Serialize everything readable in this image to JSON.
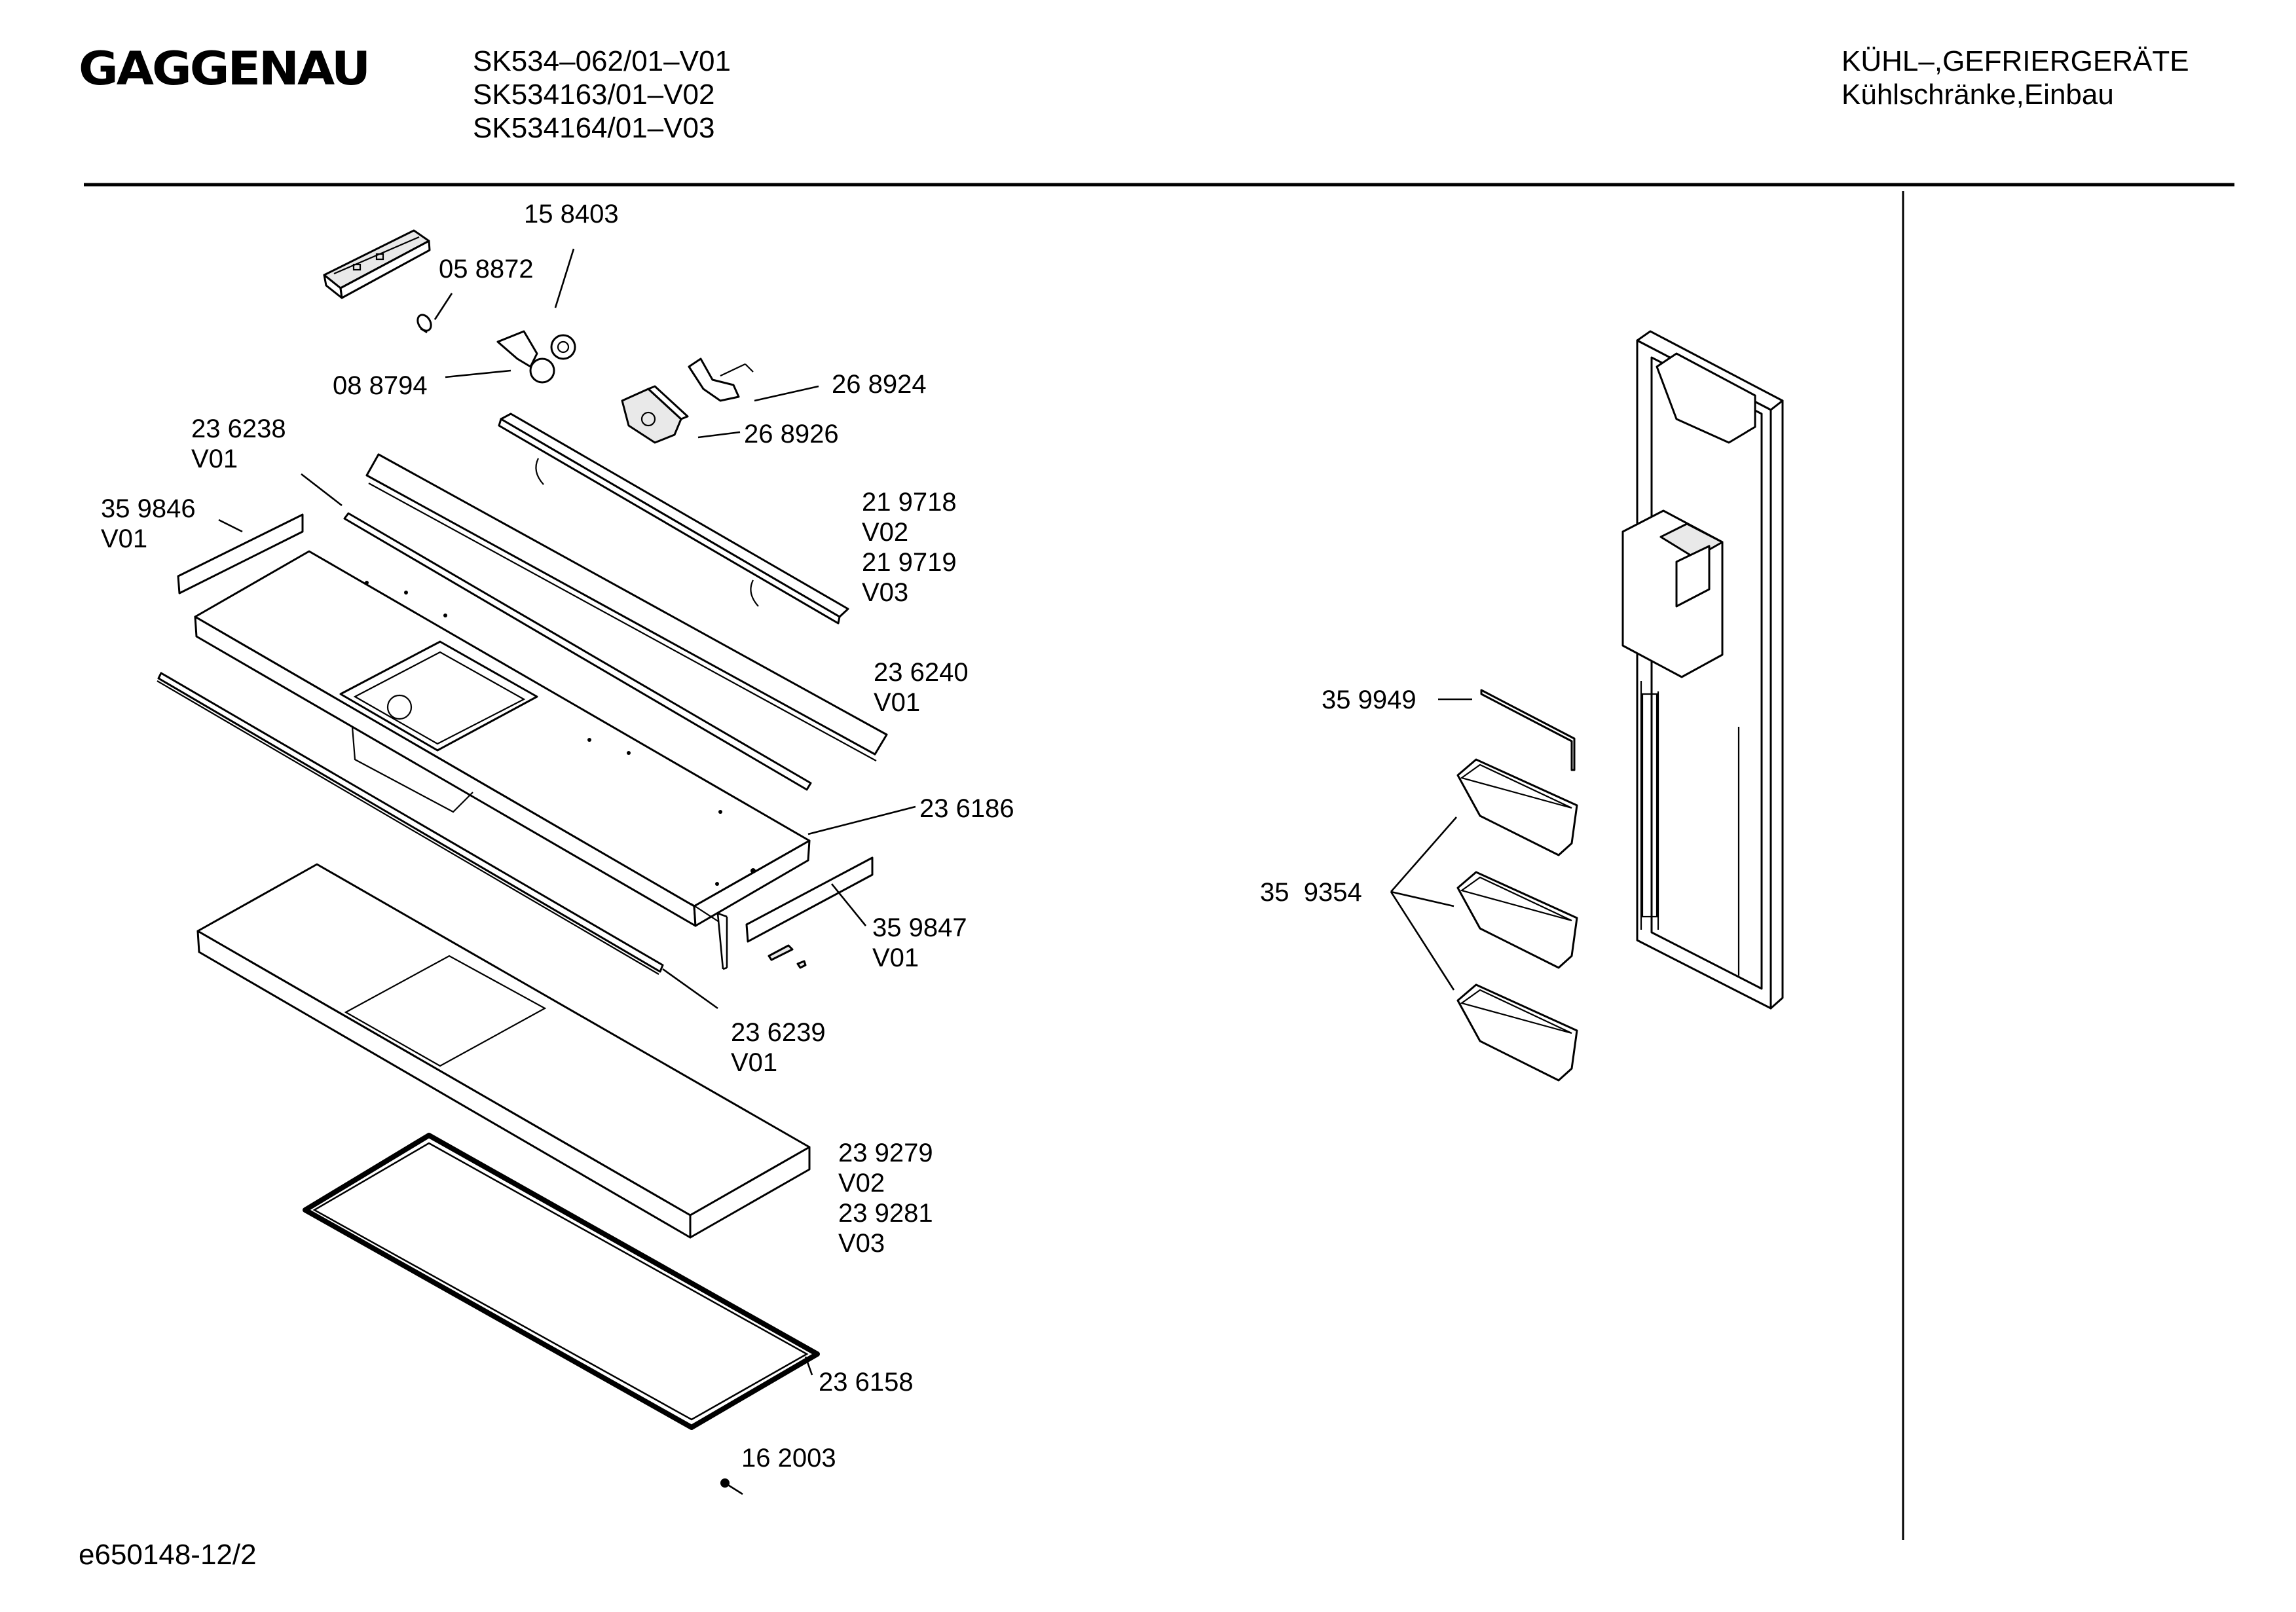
{
  "header": {
    "brand": "GAGGENAU",
    "models": [
      "SK534–062/01–V01",
      "SK534163/01–V02",
      "SK534164/01–V03"
    ],
    "category": [
      "KÜHL–,GEFRIERGERÄTE",
      "Kühlschränke,Einbau"
    ]
  },
  "footer": {
    "drawing_id": "e650148-12/2"
  },
  "labels": {
    "p158403": "15 8403",
    "p058872": "05 8872",
    "p088794": "08 8794",
    "p268924": "26 8924",
    "p268926": "26 8926",
    "p236238": [
      "23 6238",
      "V01"
    ],
    "p359846": [
      "35 9846",
      "V01"
    ],
    "p219718": [
      "21 9718",
      "V02",
      "21 9719",
      "V03"
    ],
    "p236240": [
      "23 6240",
      "V01"
    ],
    "p236186": "23 6186",
    "p359847": [
      "35 9847",
      "V01"
    ],
    "p236239": [
      "23 6239",
      "V01"
    ],
    "p239279": [
      "23 9279",
      "V02",
      "23 9281",
      "V03"
    ],
    "p236158": "23 6158",
    "p162003": "16 2003",
    "p359949": "35 9949",
    "p359354": "35  9354"
  }
}
